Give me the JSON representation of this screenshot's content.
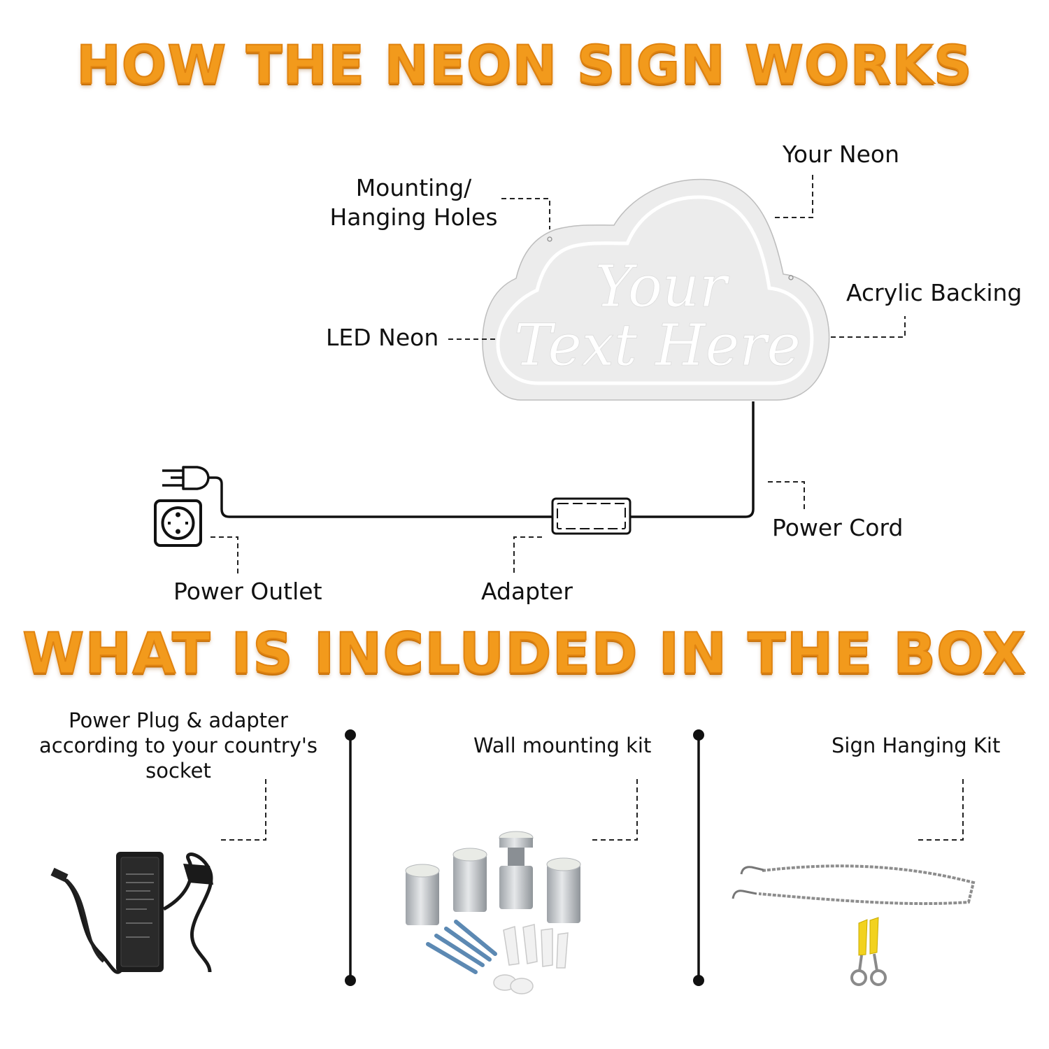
{
  "headings": {
    "how_it_works": "HOW THE NEON SIGN WORKS",
    "in_the_box": "WHAT IS INCLUDED IN THE BOX"
  },
  "sign": {
    "text_line1": "Your",
    "text_line2": "Text Here"
  },
  "labels": {
    "your_neon": "Your Neon",
    "mounting_line1": "Mounting/",
    "mounting_line2": "Hanging Holes",
    "acrylic_backing": "Acrylic Backing",
    "led_neon": "LED Neon",
    "power_cord": "Power Cord",
    "power_outlet": "Power Outlet",
    "adapter": "Adapter"
  },
  "box_items": [
    {
      "label_line1": "Power Plug & adapter",
      "label_line2": "according to your country's",
      "label_line3": "socket",
      "icon": "power-adapter-photo"
    },
    {
      "label_line1": "Wall mounting kit",
      "icon": "standoff-screws-photo"
    },
    {
      "label_line1": "Sign Hanging Kit",
      "icon": "chain-hooks-photo"
    }
  ],
  "colors": {
    "heading_orange": "#f29a1c",
    "sign_backing": "#ececec",
    "line_dark": "#111111"
  }
}
